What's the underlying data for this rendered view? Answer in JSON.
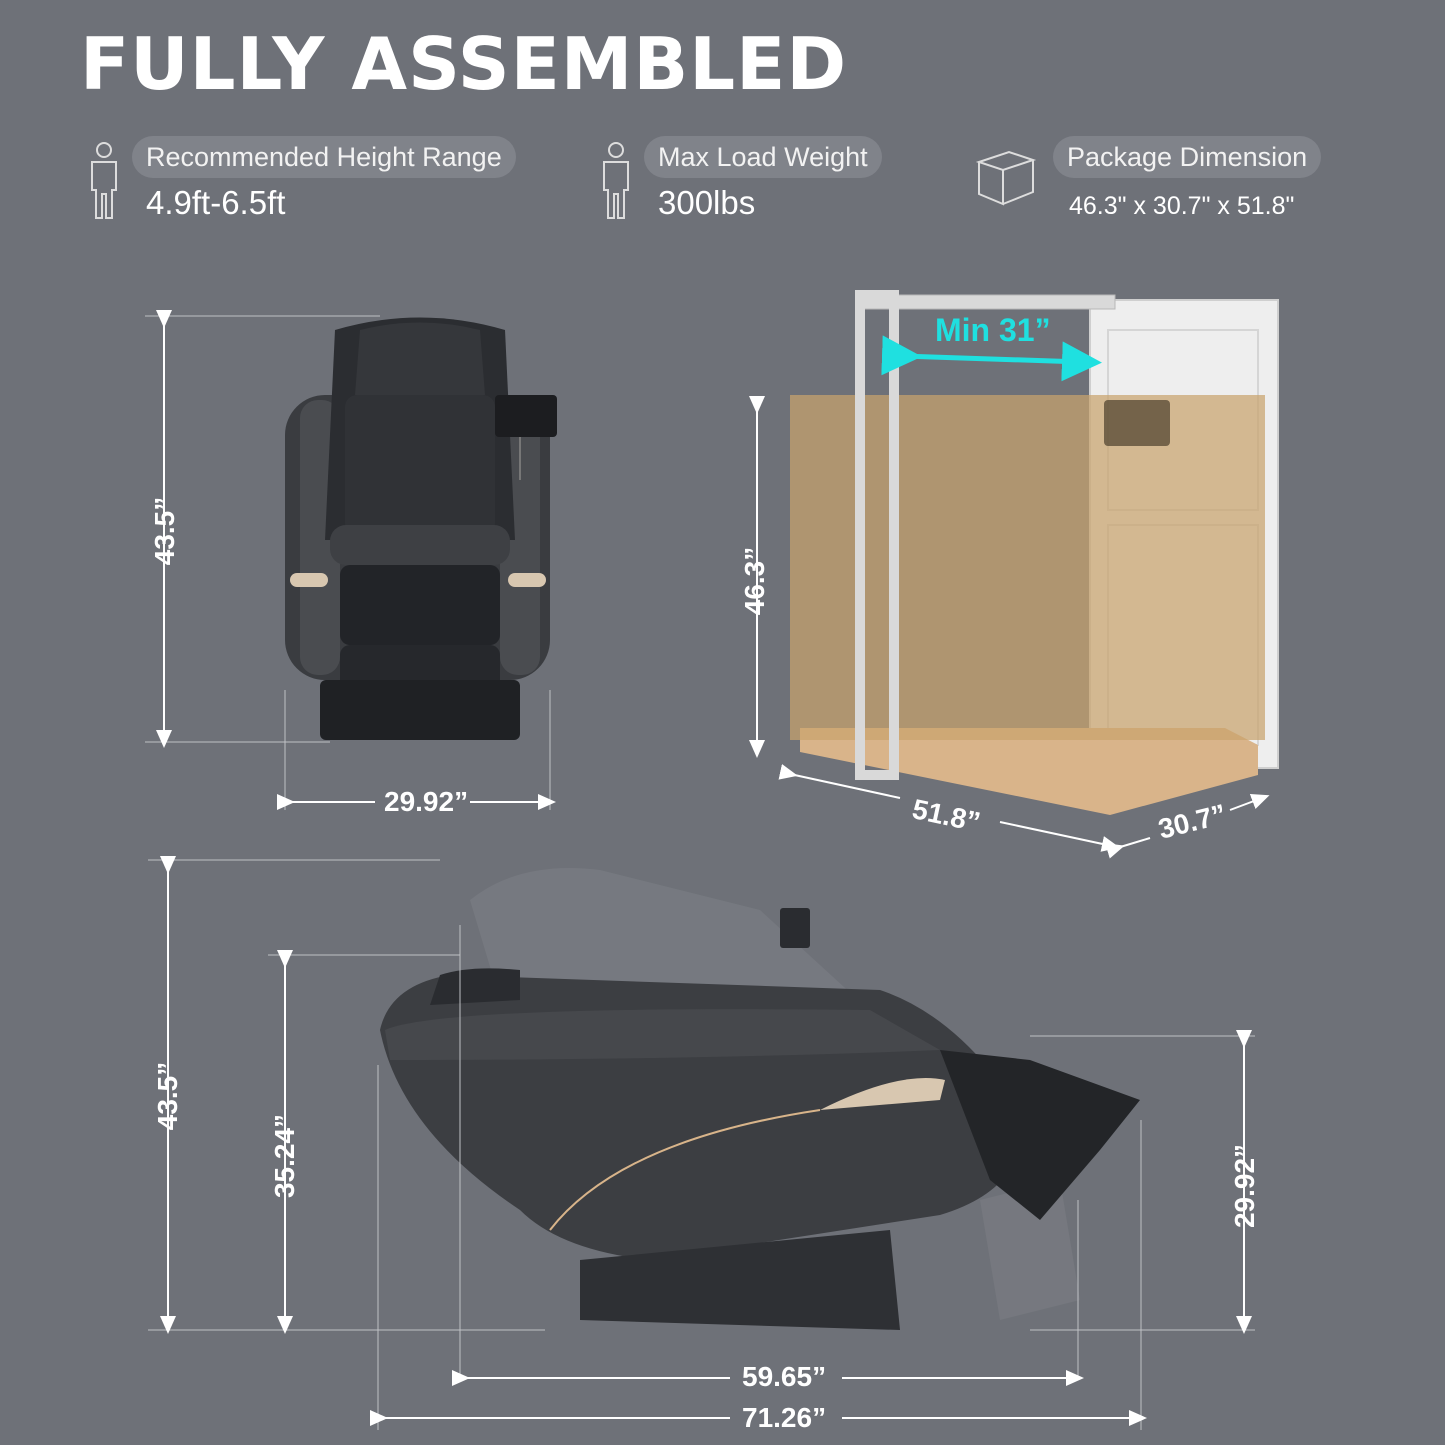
{
  "title": "FULLY ASSEMBLED",
  "specs": [
    {
      "icon": "person-icon",
      "label": "Recommended Height Range",
      "value": "4.9ft-6.5ft"
    },
    {
      "icon": "person-icon",
      "label": "Max Load Weight",
      "value": "300lbs"
    },
    {
      "icon": "box-icon",
      "label": "Package Dimension",
      "value": "46.3\" x 30.7\" x 51.8\""
    }
  ],
  "front_view": {
    "height": "43.5”",
    "width": "29.92”"
  },
  "package_view": {
    "door_clearance": "Min 31”",
    "height": "46.3”",
    "length": "51.8”",
    "depth": "30.7”"
  },
  "side_view": {
    "upright_height": "43.5”",
    "reclined_height": "35.24”",
    "footrest_height": "29.92”",
    "upright_length": "59.65”",
    "reclined_length": "71.26”"
  },
  "colors": {
    "background": "#6e7178",
    "accent_cyan": "#1fe0e0",
    "box_tan": "#c9a46e"
  }
}
